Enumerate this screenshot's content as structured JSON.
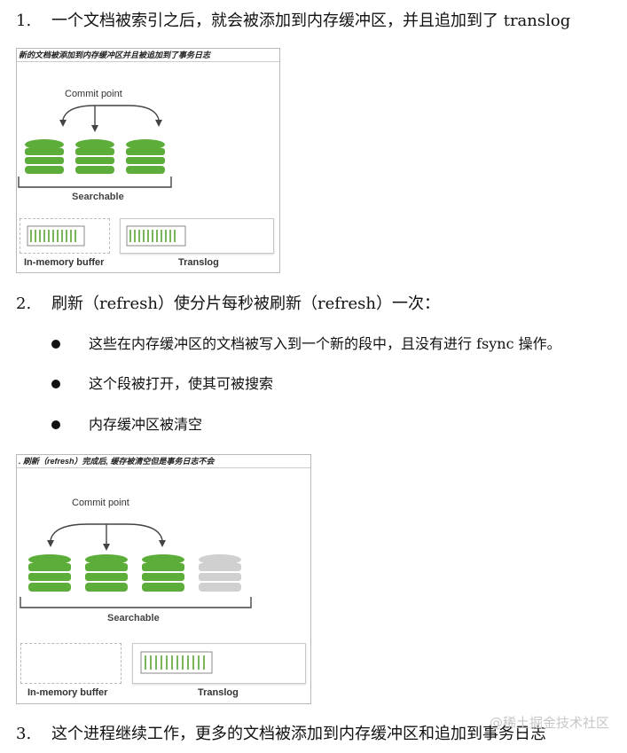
{
  "steps": [
    {
      "num": "1.",
      "text": "一个文档被索引之后，就会被添加到内存缓冲区，并且追加到了 translog"
    },
    {
      "num": "2.",
      "text": "刷新（refresh）使分片每秒被刷新（refresh）一次："
    },
    {
      "num": "3.",
      "text": "这个进程继续工作，更多的文档被添加到内存缓冲区和追加到事务日志"
    }
  ],
  "bullets": [
    "这些在内存缓冲区的文档被写入到一个新的段中，且没有进行 fsync 操作。",
    "这个段被打开，使其可被搜索",
    "内存缓冲区被清空"
  ],
  "figure1": {
    "caption": "新的文档被添加到内存缓冲区并且被追加到了事务日志",
    "commit_point": "Commit point",
    "searchable": "Searchable",
    "in_memory_buffer": "In-memory buffer",
    "translog": "Translog"
  },
  "figure2": {
    "caption": ". 刷新（refresh）完成后, 缓存被清空但是事务日志不会",
    "commit_point": "Commit point",
    "searchable": "Searchable",
    "in_memory_buffer": "In-memory buffer",
    "translog": "Translog"
  },
  "watermark": "@稀土掘金技术社区",
  "colors": {
    "segment_green": "#5cad3a",
    "segment_gray": "#d0d0d0",
    "doc_green": "#7ab55c"
  },
  "icons": {
    "bullet": "filled-circle",
    "segment": "database-cylinder",
    "document": "document-stack-icon"
  }
}
